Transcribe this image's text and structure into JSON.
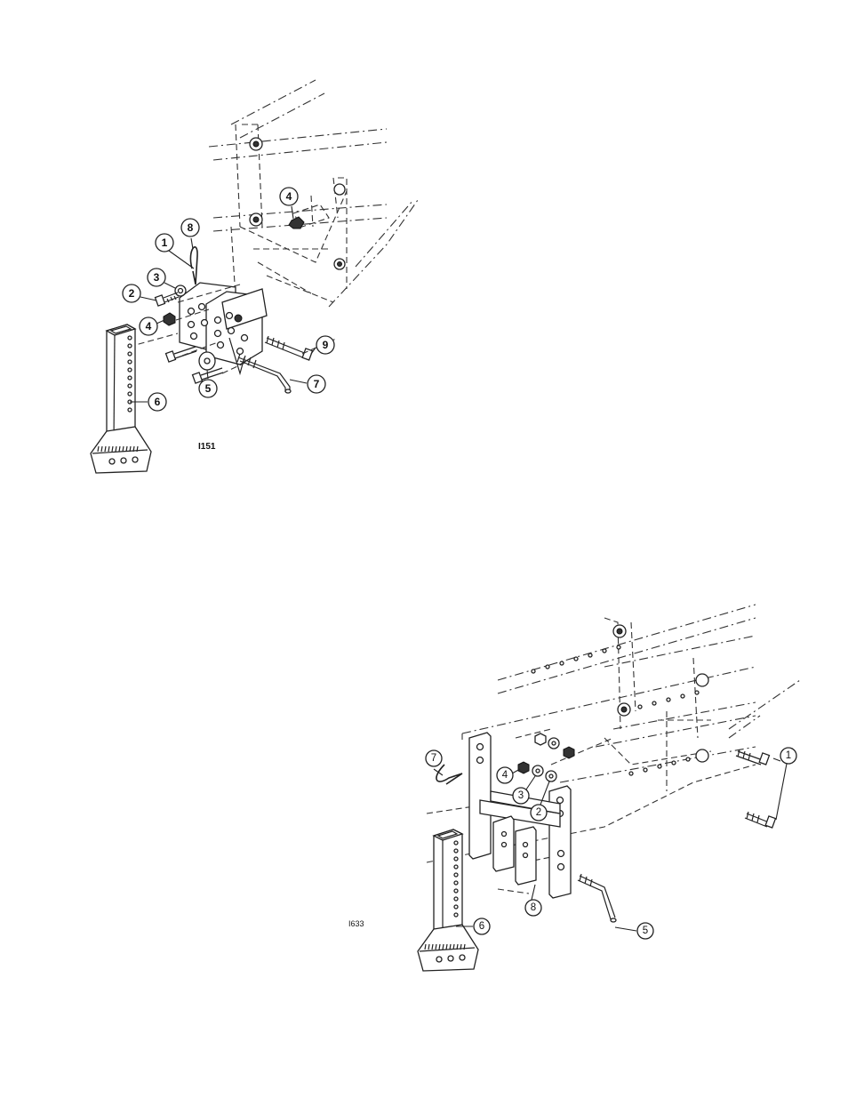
{
  "top_diagram": {
    "figure_code": "I151",
    "callouts": [
      "8",
      "1",
      "3",
      "2",
      "4",
      "4",
      "5",
      "6",
      "7",
      "9"
    ]
  },
  "bottom_diagram": {
    "figure_code": "I633",
    "callouts": [
      "7",
      "4",
      "3",
      "2",
      "1",
      "8",
      "6",
      "5"
    ]
  }
}
